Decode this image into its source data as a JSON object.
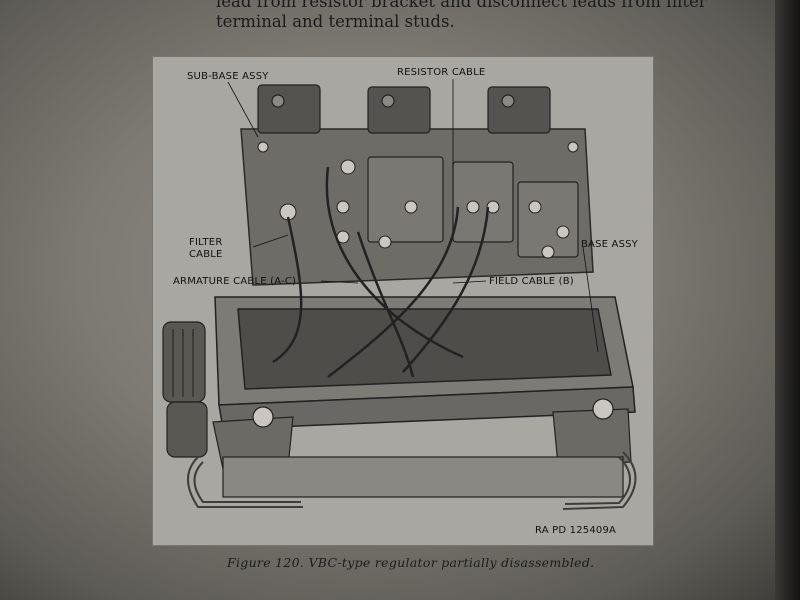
{
  "document": {
    "top_text_lines": [
      "lead from resistor bracket and disconnect leads from filter",
      "terminal and terminal studs."
    ],
    "figure": {
      "callouts": {
        "sub_base_assy": "SUB-BASE ASSY",
        "resistor_cable": "RESISTOR CABLE",
        "filter_cable_line1": "FILTER",
        "filter_cable_line2": "CABLE",
        "armature_cable": "ARMATURE CABLE (A-C)",
        "field_cable": "FIELD CABLE (B)",
        "base_assy": "BASE ASSY",
        "ra_pd": "RA PD 125409A"
      }
    },
    "caption": "Figure 120. VBC-type regulator partially disassembled."
  },
  "colors": {
    "paper": "#8f8d86",
    "figure_bg": "#a9a7a1",
    "ink": "#1b1b1b"
  }
}
